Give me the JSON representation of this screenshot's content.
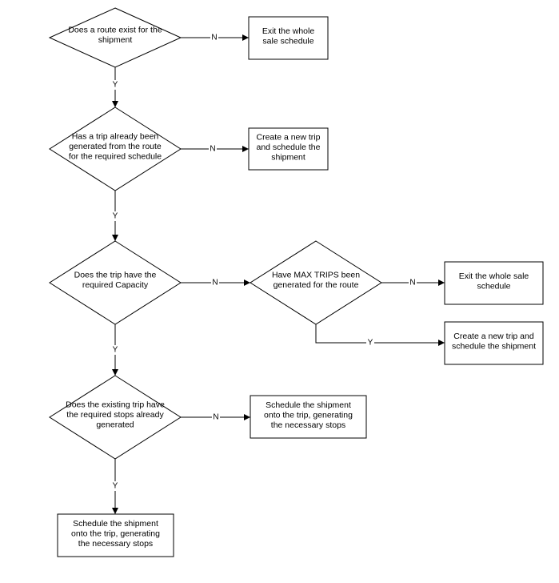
{
  "flowchart": {
    "decisions": [
      {
        "id": "route",
        "lines": [
          "Does a route exist for the",
          "shipment"
        ]
      },
      {
        "id": "trip",
        "lines": [
          "Has a trip already been",
          "generated from the route",
          "for the required schedule"
        ]
      },
      {
        "id": "capacity",
        "lines": [
          "Does the trip have the",
          "required Capacity"
        ]
      },
      {
        "id": "maxtrips",
        "lines": [
          "Have MAX TRIPS been",
          "generated for the route"
        ]
      },
      {
        "id": "stops",
        "lines": [
          "Does the existing trip have",
          "the required stops already",
          "generated"
        ]
      }
    ],
    "processes": [
      {
        "id": "exit1",
        "lines": [
          "Exit the whole",
          "sale schedule"
        ]
      },
      {
        "id": "newtrip1",
        "lines": [
          "Create a new trip",
          "and schedule the",
          "shipment"
        ]
      },
      {
        "id": "exit2",
        "lines": [
          "Exit the whole sale",
          "schedule"
        ]
      },
      {
        "id": "newtrip2",
        "lines": [
          "Create a new trip and",
          "schedule the shipment"
        ]
      },
      {
        "id": "sched1",
        "lines": [
          "Schedule the shipment",
          "onto the trip, generating",
          "the necessary stops"
        ]
      },
      {
        "id": "sched2",
        "lines": [
          "Schedule the shipment",
          "onto the trip, generating",
          "the necessary stops"
        ]
      }
    ],
    "edges": [
      {
        "from": "route",
        "to": "exit1",
        "label": "N"
      },
      {
        "from": "route",
        "to": "trip",
        "label": "Y"
      },
      {
        "from": "trip",
        "to": "newtrip1",
        "label": "N"
      },
      {
        "from": "trip",
        "to": "capacity",
        "label": "Y"
      },
      {
        "from": "capacity",
        "to": "maxtrips",
        "label": "N"
      },
      {
        "from": "maxtrips",
        "to": "exit2",
        "label": "N"
      },
      {
        "from": "maxtrips",
        "to": "newtrip2",
        "label": "Y"
      },
      {
        "from": "capacity",
        "to": "stops",
        "label": "Y"
      },
      {
        "from": "stops",
        "to": "sched1",
        "label": "N"
      },
      {
        "from": "stops",
        "to": "sched2",
        "label": "Y"
      }
    ]
  }
}
